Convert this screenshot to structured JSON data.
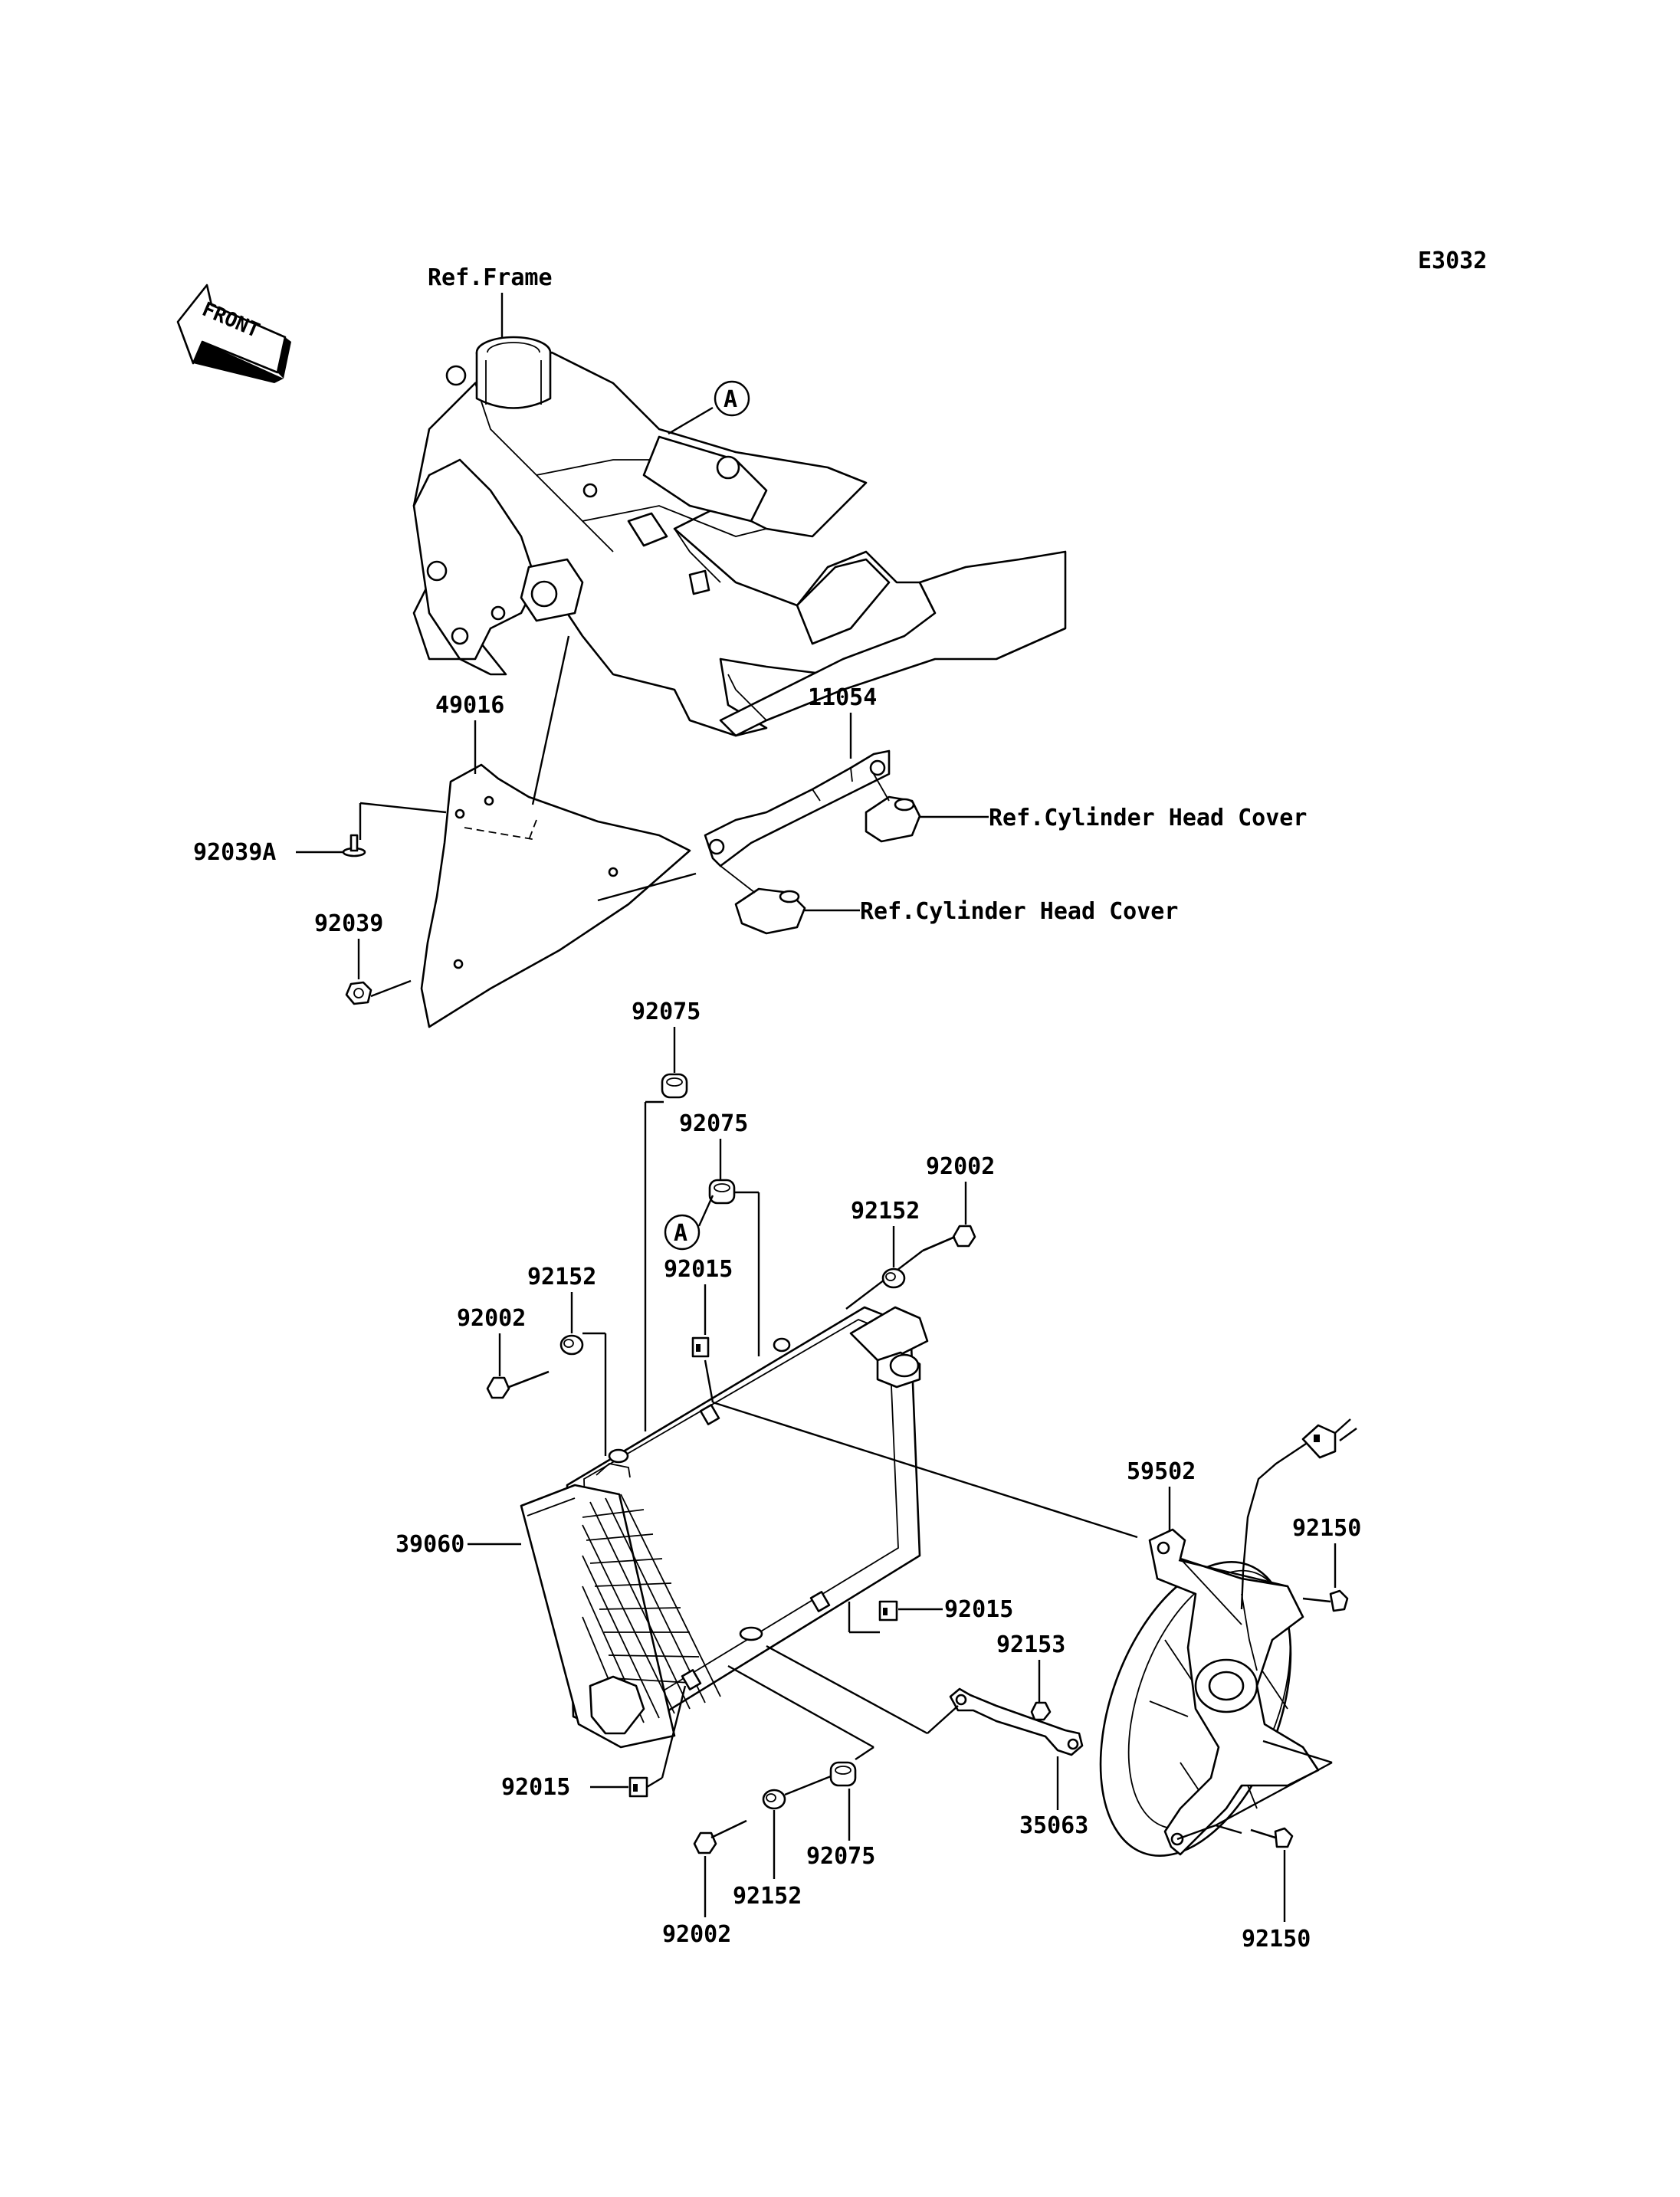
{
  "diagram_code": "E3032",
  "front_arrow_label": "FRONT",
  "callouts": [
    {
      "id": "A",
      "label": "A"
    },
    {
      "id": "A2",
      "label": "A"
    }
  ],
  "labels": {
    "ref_frame": "Ref.Frame",
    "ref_head_cover_1": "Ref.Cylinder Head Cover",
    "ref_head_cover_2": "Ref.Cylinder Head Cover",
    "p49016": "49016",
    "p11054": "11054",
    "p92039A": "92039A",
    "p92039": "92039",
    "p92075_a": "92075",
    "p92075_b": "92075",
    "p92002_a": "92002",
    "p92152_a": "92152",
    "p92152_b": "92152",
    "p92002_b": "92002",
    "p92015_a": "92015",
    "p59502": "59502",
    "p92150_a": "92150",
    "p39060": "39060",
    "p92015_b": "92015",
    "p92153": "92153",
    "p92015_c": "92015",
    "p35063": "35063",
    "p92075_c": "92075",
    "p92152_c": "92152",
    "p92002_c": "92002",
    "p92150_b": "92150"
  }
}
